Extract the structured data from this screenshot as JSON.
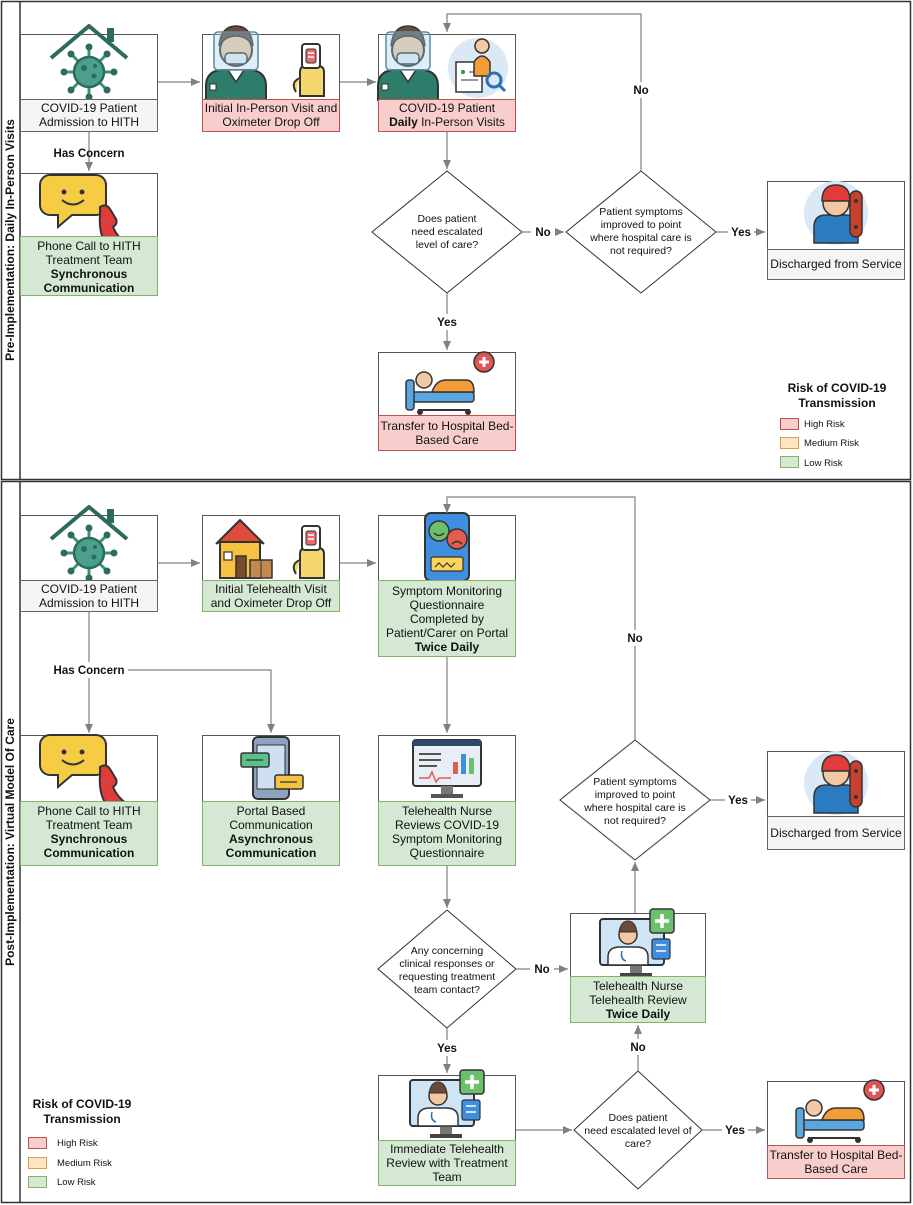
{
  "lanes": {
    "pre": "Pre-Implementation: Daily In-Person Visits",
    "post": "Post-Implementation: Virtual Model Of Care"
  },
  "legend": {
    "title_line1": "Risk of COVID-19",
    "title_line2": "Transmission",
    "high": "High Risk",
    "medium": "Medium Risk",
    "low": "Low Risk"
  },
  "colors": {
    "high_fill": "#f8cecc",
    "high_stroke": "#b85450",
    "medium_fill": "#fde6c6",
    "medium_stroke": "#d6a04a",
    "low_fill": "#d5e8d4",
    "low_stroke": "#82b366",
    "neutral_fill": "#f5f5f5",
    "neutral_stroke": "#666666",
    "arrow": "#808080"
  },
  "pre": {
    "admission": {
      "l1": "COVID-19 Patient",
      "l2": "Admission to HITH",
      "icon": "virus-house-icon"
    },
    "initial_visit": {
      "l1": "Initial In-Person Visit and",
      "l2": "Oximeter Drop Off",
      "icon": "nurse-oximeter-icon"
    },
    "daily_visits": {
      "l1": "COVID-19 Patient",
      "l2_bold": "Daily",
      "l2_rest": " In-Person Visits",
      "icon": "nurse-checkup-icon"
    },
    "phone_call": {
      "l1": "Phone Call to HITH",
      "l2": "Treatment Team",
      "l3": "Synchronous",
      "l4": "Communication",
      "icon": "phone-chat-icon"
    },
    "escalated_q": {
      "l1": "Does patient",
      "l2": "need escalated",
      "l3": "level of care?"
    },
    "improved_q": {
      "l1": "Patient symptoms",
      "l2": "improved to point",
      "l3": "where hospital care is",
      "l4": "not required?"
    },
    "discharged": {
      "l1": "Discharged from Service",
      "icon": "skateboarder-icon"
    },
    "transfer": {
      "l1": "Transfer to Hospital Bed-",
      "l2": "Based Care",
      "icon": "hospital-bed-icon"
    },
    "edges": {
      "has_concern": "Has Concern",
      "no1": "No",
      "no2": "No",
      "yes1": "Yes",
      "yes2": "Yes"
    }
  },
  "post": {
    "admission": {
      "l1": "COVID-19 Patient",
      "l2": "Admission to HITH",
      "icon": "virus-house-icon"
    },
    "initial_visit": {
      "l1": "Initial Telehealth Visit",
      "l2": "and Oximeter Drop Off",
      "icon": "home-oximeter-icon"
    },
    "questionnaire": {
      "l1": "Symptom Monitoring",
      "l2": "Questionnaire",
      "l3": "Completed by",
      "l4": "Patient/Carer on Portal",
      "l5": "Twice Daily",
      "icon": "phone-survey-icon"
    },
    "phone_call": {
      "l1": "Phone Call to HITH",
      "l2": "Treatment Team",
      "l3": "Synchronous",
      "l4": "Communication",
      "icon": "phone-chat-icon"
    },
    "portal": {
      "l1": "Portal Based",
      "l2": "Communication",
      "l3": "Asynchronous",
      "l4": "Communication",
      "icon": "portal-chat-icon"
    },
    "nurse_review": {
      "l1": "Telehealth Nurse",
      "l2": "Reviews COVID-19",
      "l3": "Symptom Monitoring",
      "l4": "Questionnaire",
      "icon": "monitor-chart-icon"
    },
    "concerning_q": {
      "l1": "Any concerning",
      "l2": "clinical responses or",
      "l3": "requesting treatment",
      "l4": "team contact?"
    },
    "nurse_twice": {
      "l1": "Telehealth Nurse",
      "l2": "Telehealth Review",
      "l3": "Twice Daily",
      "icon": "doctor-screen-icon"
    },
    "improved_q": {
      "l1": "Patient symptoms",
      "l2": "improved to point",
      "l3": "where hospital care is",
      "l4": "not required?"
    },
    "discharged": {
      "l1": "Discharged from Service",
      "icon": "skateboarder-icon"
    },
    "immediate": {
      "l1": "Immediate Telehealth",
      "l2": "Review with Treatment",
      "l3": "Team",
      "icon": "doctor-screen-icon"
    },
    "escalated_q": {
      "l1": "Does patient",
      "l2": "need escalated level of",
      "l3": "care?"
    },
    "transfer": {
      "l1": "Transfer to Hospital Bed-",
      "l2": "Based Care",
      "icon": "hospital-bed-icon"
    },
    "edges": {
      "has_concern": "Has Concern",
      "no_top": "No",
      "yes_disc": "Yes",
      "no_mid": "No",
      "yes_down": "Yes",
      "no_up": "No",
      "yes_transfer": "Yes"
    }
  }
}
